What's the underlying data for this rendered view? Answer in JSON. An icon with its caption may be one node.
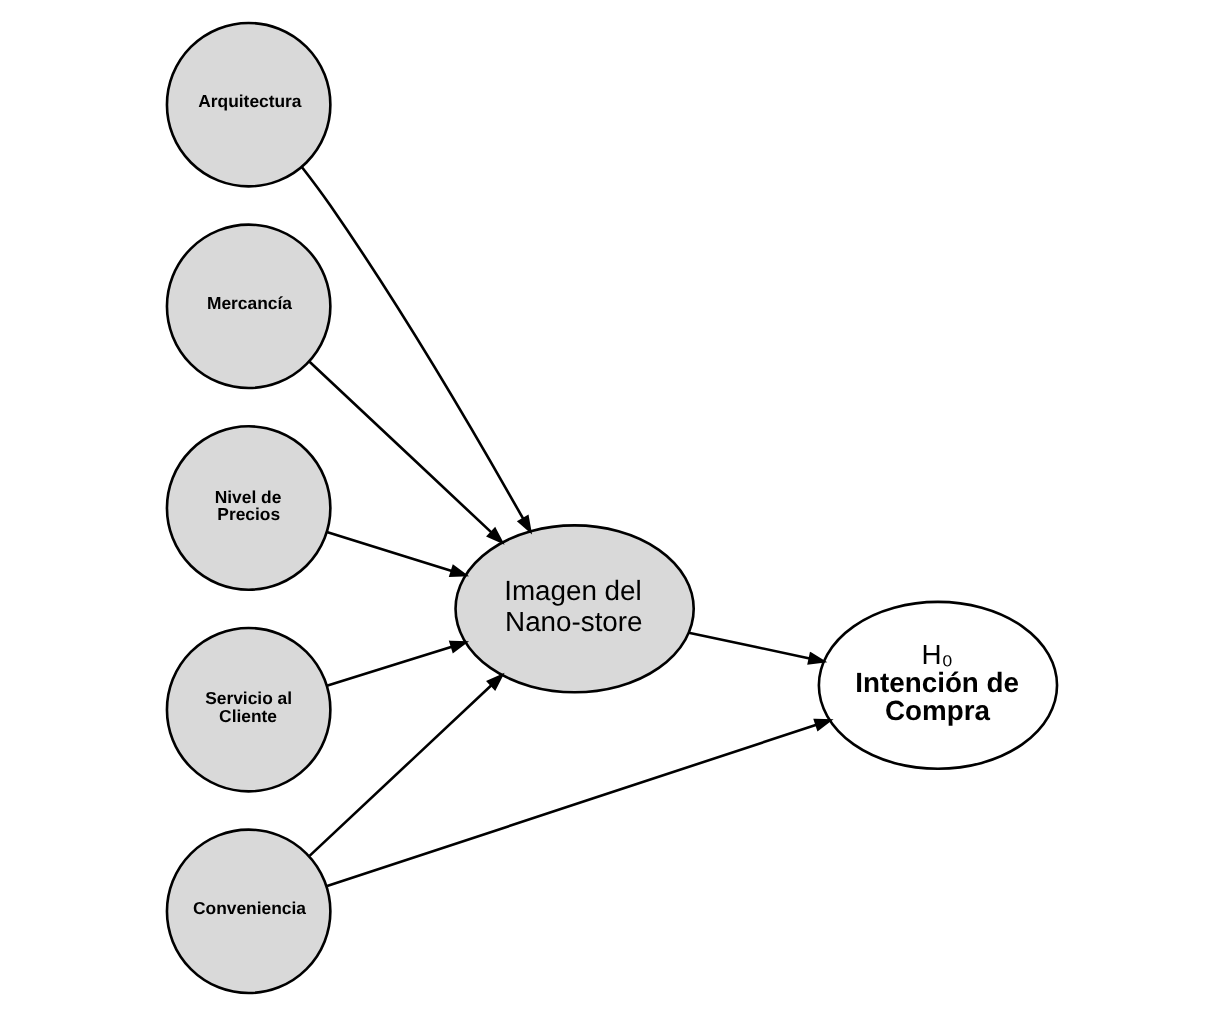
{
  "diagram": {
    "nodes": [
      {
        "text": [
          "Arquitectura"
        ]
      },
      {
        "text": [
          "Conveniencia"
        ]
      },
      {
        "text": [
          "Mercancía"
        ]
      },
      {
        "text": [
          "Imagen del Nano-store"
        ]
      },
      {
        "text": [
          "H₀",
          "Intención de Compra"
        ]
      },
      {
        "text": [
          "Nivel de Precios"
        ]
      },
      {
        "text": [
          "Servicio al Cliente"
        ]
      }
    ],
    "edges": [
      {
        "from": 0,
        "to": 3,
        "arrow": "to"
      },
      {
        "from": 1,
        "to": 3,
        "arrow": "to"
      },
      {
        "from": 1,
        "to": 4,
        "arrow": "to"
      },
      {
        "from": 2,
        "to": 3,
        "arrow": "to"
      },
      {
        "from": 5,
        "to": 3,
        "arrow": "to"
      },
      {
        "from": 6,
        "to": 3,
        "arrow": "to"
      },
      {
        "from": 3,
        "to": 4,
        "arrow": "to"
      }
    ]
  }
}
